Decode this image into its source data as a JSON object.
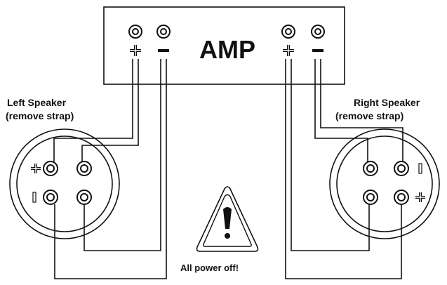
{
  "amp": {
    "label": "AMP"
  },
  "left_speaker": {
    "title": "Left Speaker",
    "note": "(remove strap)"
  },
  "right_speaker": {
    "title": "Right Speaker",
    "note": "(remove strap)"
  },
  "warning": {
    "text": "All power off!",
    "mark": "!"
  },
  "colors": {
    "ink": "#111111",
    "background": "#ffffff"
  }
}
